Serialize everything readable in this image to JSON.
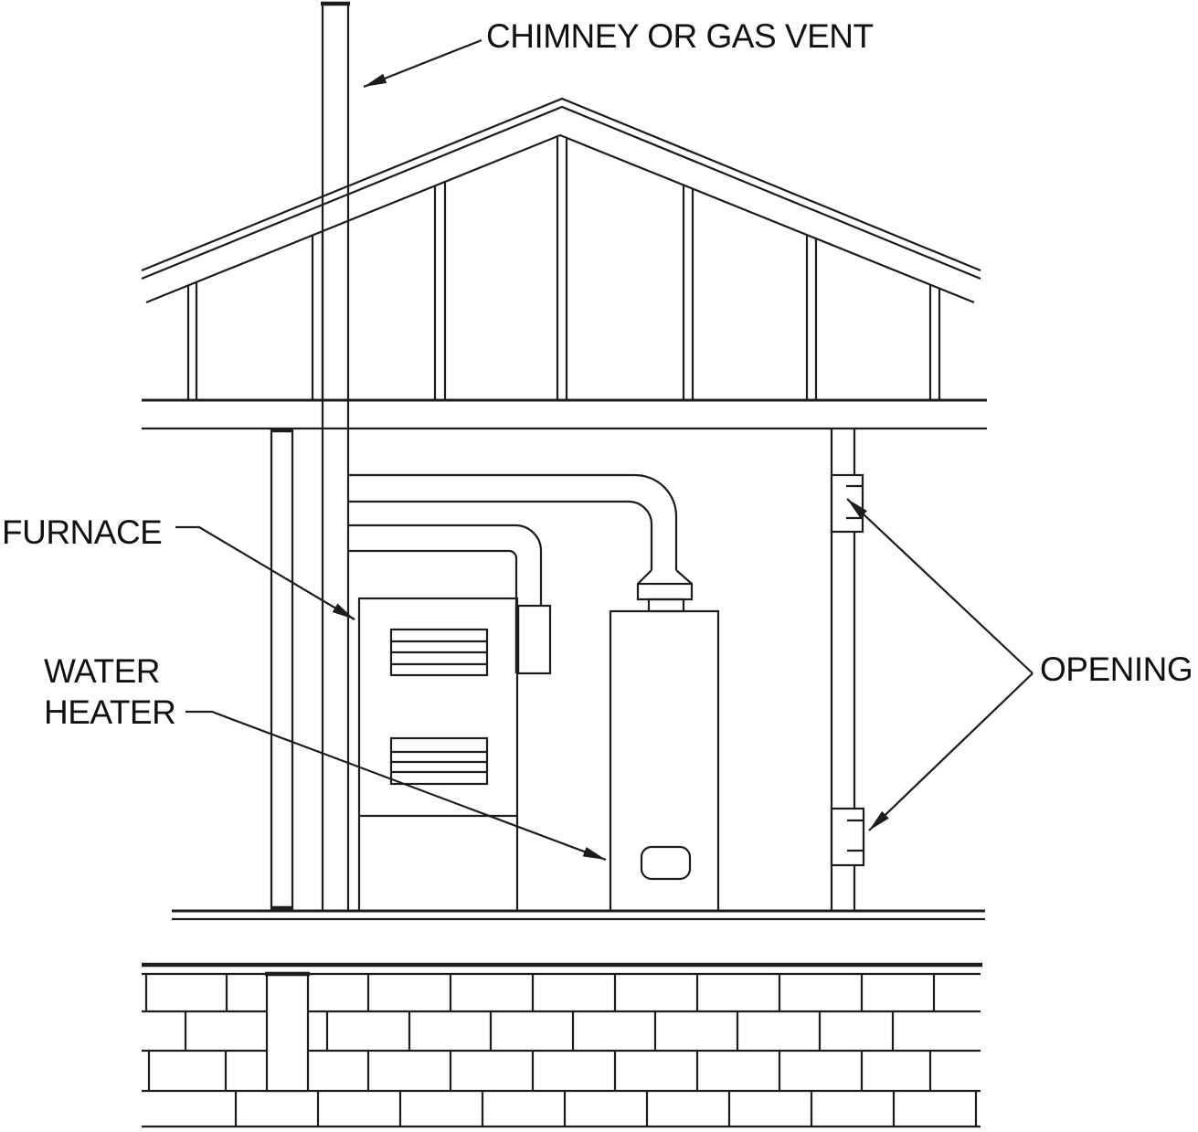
{
  "labels": {
    "chimney": "CHIMNEY OR GAS VENT",
    "furnace": "FURNACE",
    "water_heater_line1": "WATER",
    "water_heater_line2": "HEATER",
    "opening": "OPENING"
  },
  "colors": {
    "line": "#1c1c1c",
    "background": "#ffffff"
  },
  "diagram": {
    "type": "building-cross-section",
    "parts": [
      "chimney-or-gas-vent",
      "roof-with-rafters-and-studs",
      "attic-floor",
      "furnace-with-vent-connector",
      "water-heater-with-draft-hood",
      "right-wall-with-two-openings",
      "floor",
      "brick-foundation-with-chimney-column"
    ]
  }
}
